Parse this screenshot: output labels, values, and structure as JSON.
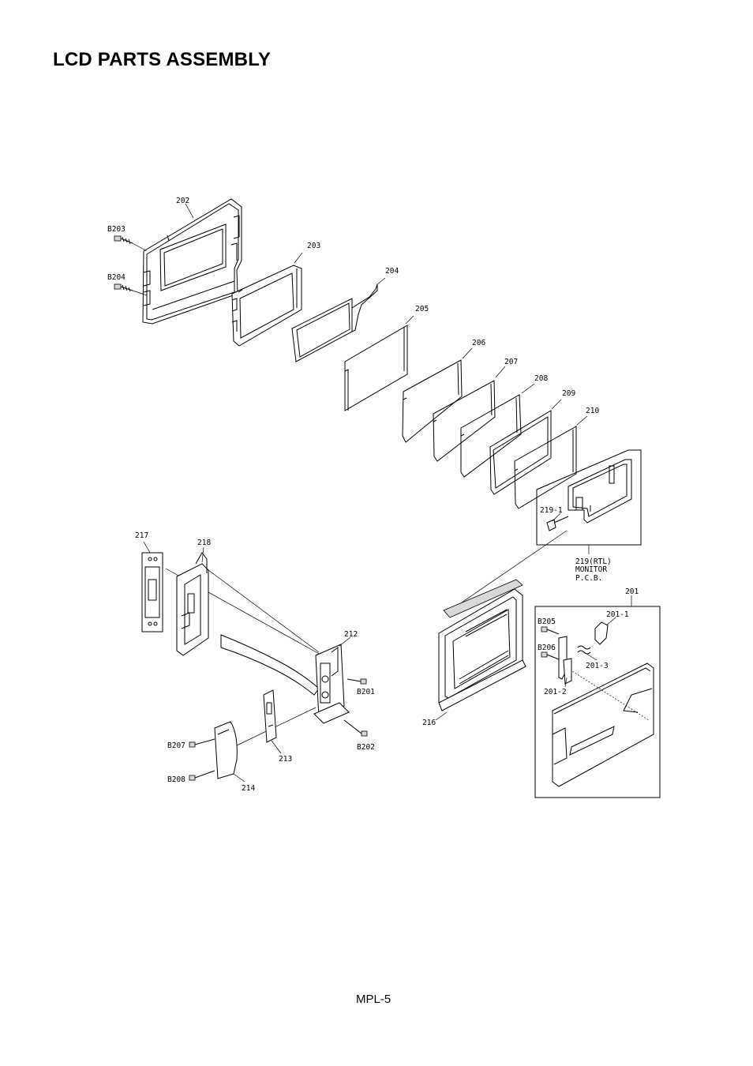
{
  "page": {
    "title": "LCD PARTS ASSEMBLY",
    "page_number": "MPL-5"
  },
  "labels": {
    "p202": "202",
    "b203": "B203",
    "b204": "B204",
    "p203": "203",
    "p204": "204",
    "p205": "205",
    "p206": "206",
    "p207": "207",
    "p208": "208",
    "p209": "209",
    "p210": "210",
    "p219_1": "219-1",
    "p219_l1": "219(RTL)",
    "p219_l2": "MONITOR",
    "p219_l3": "P.C.B.",
    "p201": "201",
    "p201_1": "201-1",
    "b205": "B205",
    "b206": "B206",
    "p201_3": "201-3",
    "p201_2": "201-2",
    "p217": "217",
    "p218": "218",
    "p212": "212",
    "b201": "B201",
    "b202": "B202",
    "p213": "213",
    "b207": "B207",
    "b208": "B208",
    "p214": "214",
    "p216": "216"
  }
}
